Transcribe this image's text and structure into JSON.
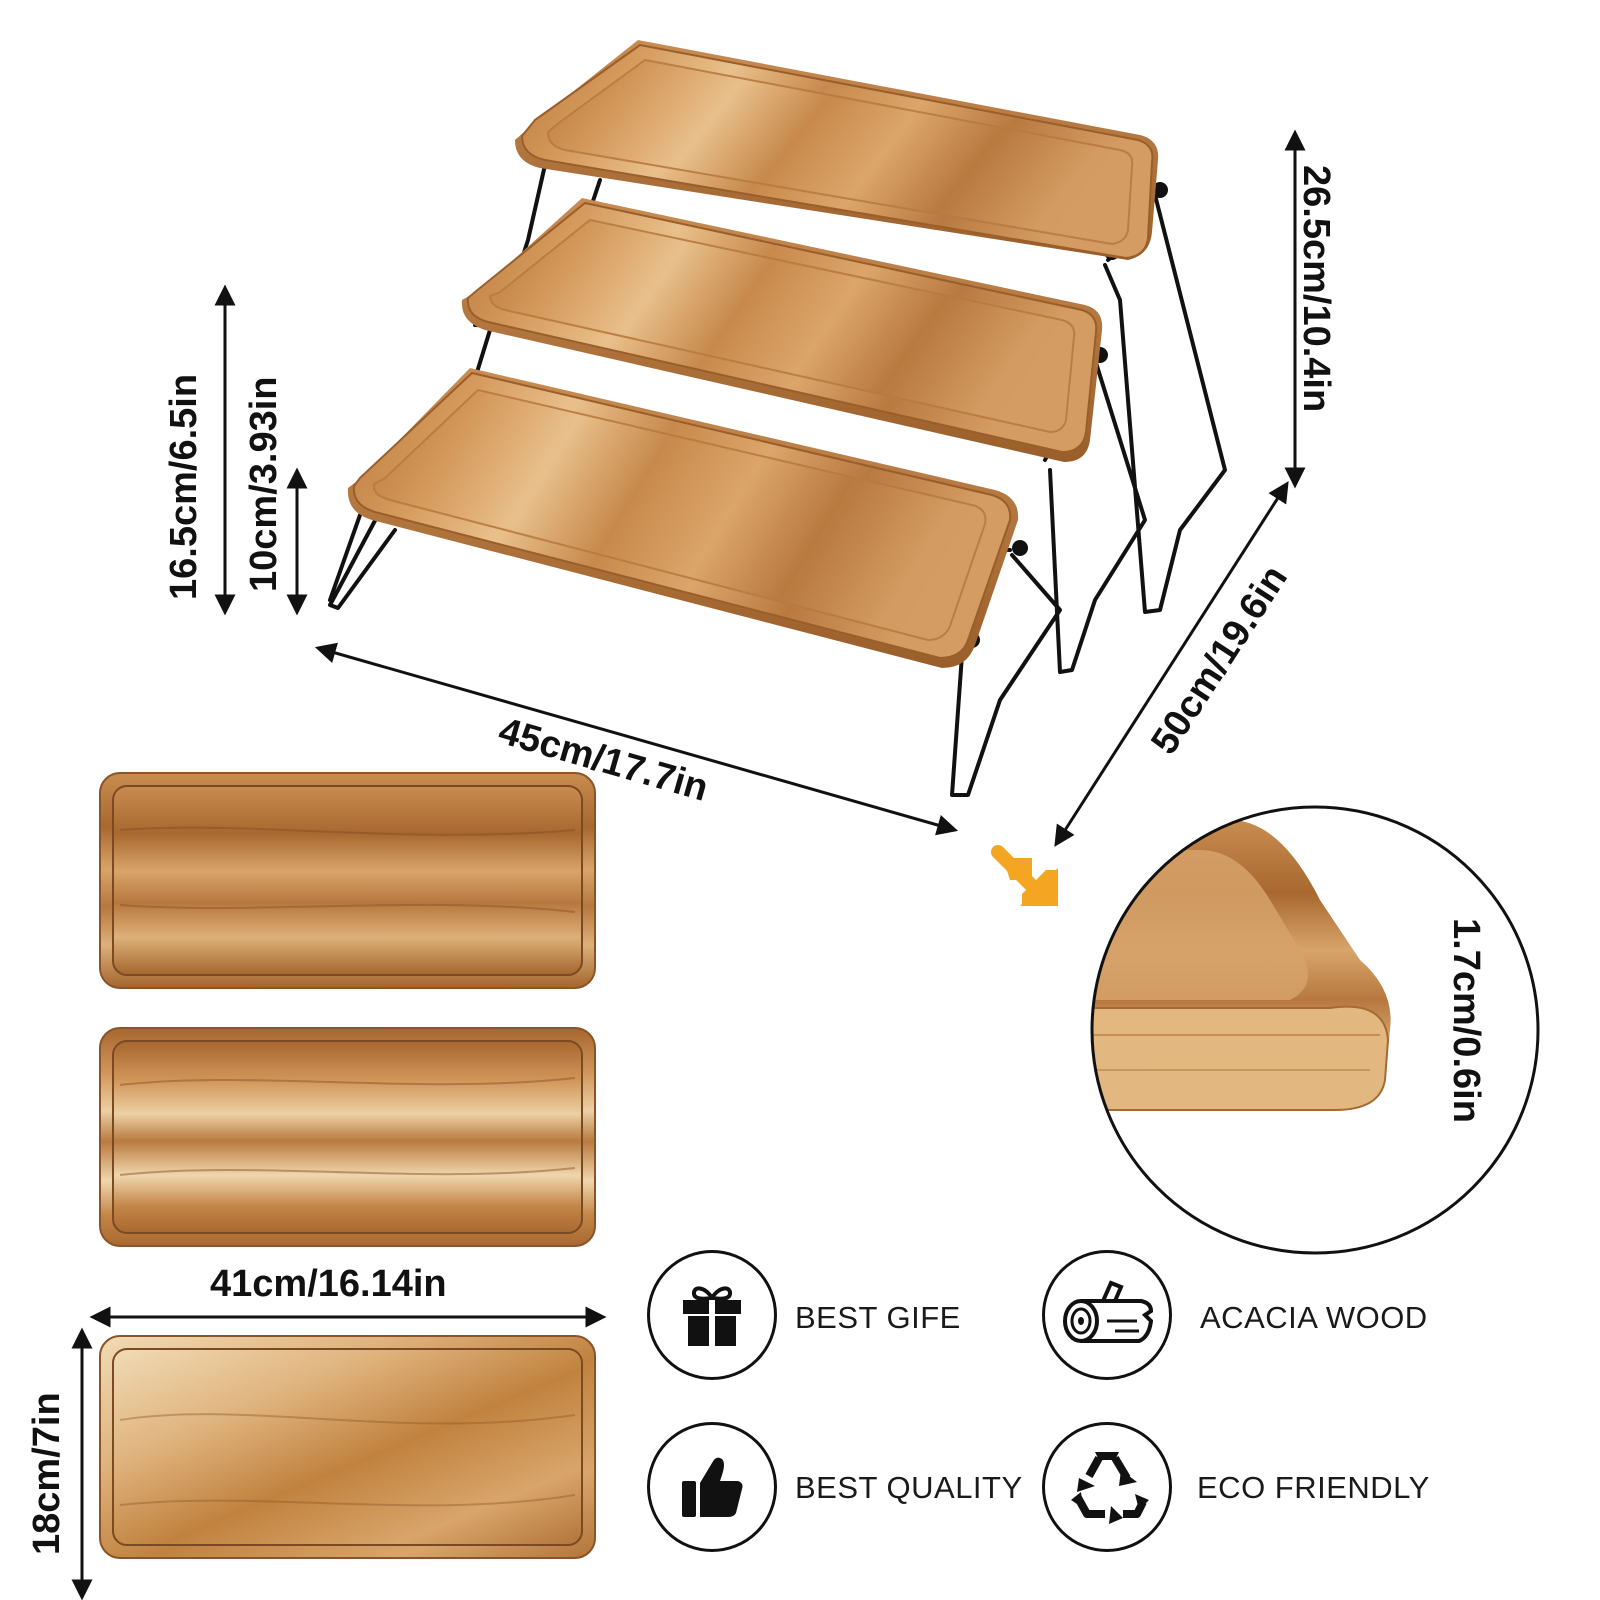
{
  "dimensions": {
    "total_height": "26.5cm/10.4in",
    "depth": "50cm/19.6in",
    "width": "45cm/17.7in",
    "middle_tier_height": "16.5cm/6.5in",
    "bottom_tier_height": "10cm/3.93in",
    "tray_length": "41cm/16.14in",
    "tray_width": "18cm/7in",
    "rim_height": "1.7cm/0.6in"
  },
  "features": [
    {
      "label": "BEST GIFE",
      "icon": "gift-icon"
    },
    {
      "label": "ACACIA WOOD",
      "icon": "wood-log-icon"
    },
    {
      "label": "BEST QUALITY",
      "icon": "thumbs-up-icon"
    },
    {
      "label": "ECO FRIENDLY",
      "icon": "recycle-icon"
    }
  ],
  "colors": {
    "wood_light": "#e3b47c",
    "wood_mid": "#c98a4d",
    "wood_dark": "#8a5428",
    "metal": "#111111",
    "accent_arrow": "#f4a623"
  }
}
